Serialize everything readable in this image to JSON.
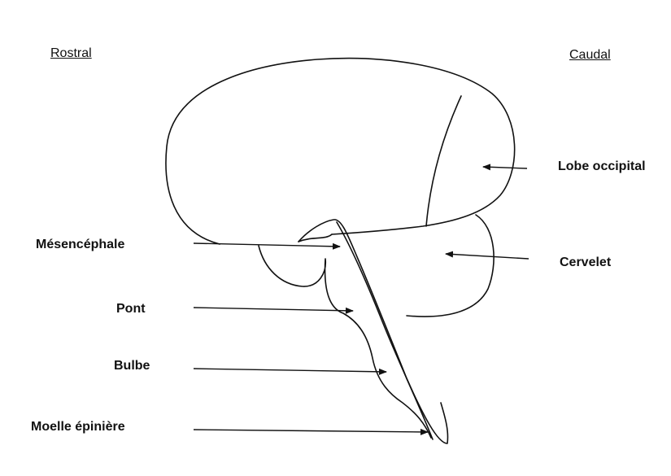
{
  "orientation": {
    "rostral": "Rostral",
    "caudal": "Caudal"
  },
  "labels": {
    "lobe_occipital": "Lobe occipital",
    "cervelet": "Cervelet",
    "mesencephale": "Mésencéphale",
    "pont": "Pont",
    "bulbe": "Bulbe",
    "moelle_epiniere": "Moelle épinière"
  },
  "colors": {
    "stroke": "#111111",
    "background": "#ffffff"
  }
}
